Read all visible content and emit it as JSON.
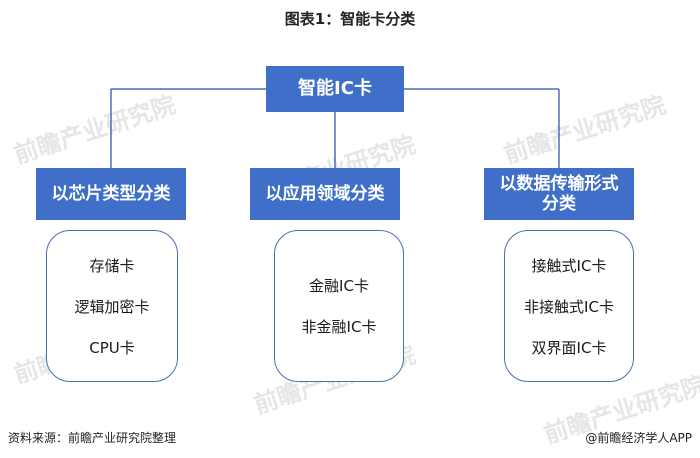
{
  "title": "图表1：智能卡分类",
  "root": {
    "label": "智能IC卡"
  },
  "categories": [
    {
      "label": "以芯片类型分类",
      "items": [
        "存储卡",
        "逻辑加密卡",
        "CPU卡"
      ]
    },
    {
      "label": "以应用领域分类",
      "items": [
        "金融IC卡",
        "非金融IC卡"
      ]
    },
    {
      "label_line1": "以数据传输形式",
      "label_line2": "分类",
      "items": [
        "接触式IC卡",
        "非接触式IC卡",
        "双界面IC卡"
      ]
    }
  ],
  "footer": {
    "source": "资料来源：前瞻产业研究院整理",
    "credit": "@前瞻经济学人APP"
  },
  "watermark": {
    "text": "前瞻产业研究院"
  },
  "colors": {
    "box_fill": "#3f6fc9",
    "line": "#4a6fb5"
  }
}
